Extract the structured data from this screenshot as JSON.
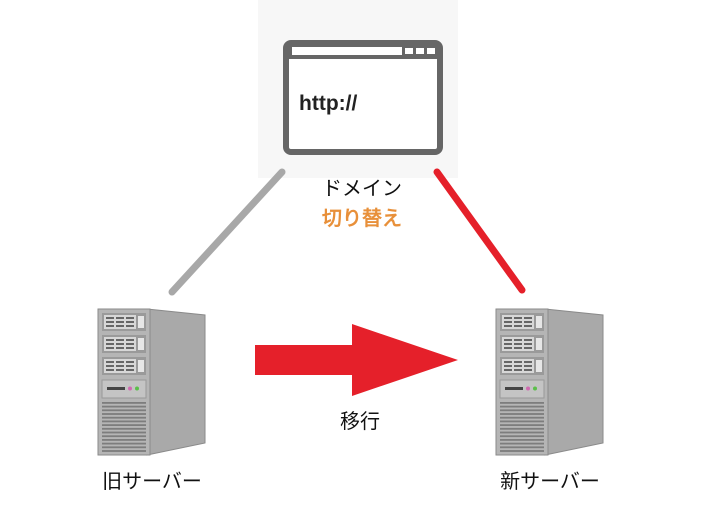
{
  "browser": {
    "url_text": "http://"
  },
  "domain": {
    "label": "ドメイン",
    "switch_label": "切り替え"
  },
  "migration": {
    "label": "移行"
  },
  "servers": {
    "old_label": "旧サーバー",
    "new_label": "新サーバー"
  },
  "colors": {
    "accent_red": "#e5202a",
    "orange": "#e8903a",
    "gray_line": "#a8a8a8",
    "frame_gray": "#666666"
  }
}
